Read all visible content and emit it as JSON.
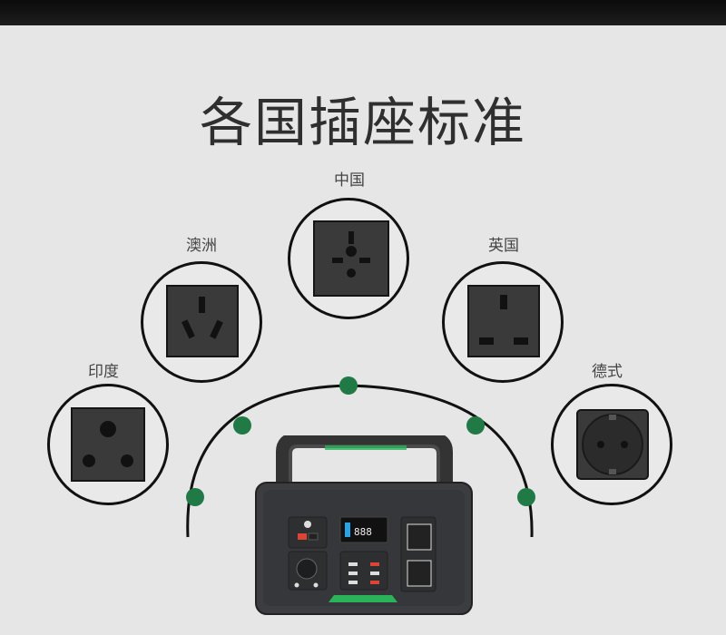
{
  "page": {
    "title": "各国插座标准"
  },
  "sockets": [
    {
      "label": "中国",
      "type": "china",
      "icon": "china-socket-icon"
    },
    {
      "label": "澳洲",
      "type": "australia",
      "icon": "australia-socket-icon"
    },
    {
      "label": "英国",
      "type": "uk",
      "icon": "uk-socket-icon"
    },
    {
      "label": "印度",
      "type": "india",
      "icon": "india-socket-icon"
    },
    {
      "label": "德式",
      "type": "germany",
      "icon": "germany-socket-icon"
    }
  ],
  "device": {
    "display_digits": "888",
    "icon": "portable-power-station-icon"
  },
  "colors": {
    "dot": "#1f7a45",
    "accent_green": "#2bb35a",
    "socket_face": "#3a3a3a",
    "device_body": "#3b3d40"
  }
}
